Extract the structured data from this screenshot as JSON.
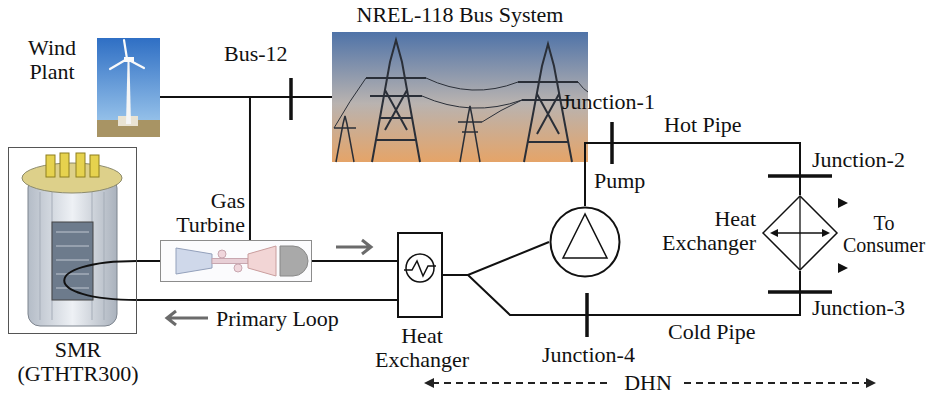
{
  "diagram": {
    "nodes": [
      {
        "text": [
          "Wind Plant"
        ]
      },
      {
        "text": [
          "NREL-118 Bus System"
        ]
      },
      {
        "text": [
          "SMR (GTHTR300)"
        ]
      },
      {
        "text": [
          "Gas Turbine"
        ]
      },
      {
        "text": [
          "Heat Exchanger"
        ]
      },
      {
        "text": [
          "Pump"
        ]
      },
      {
        "text": [
          "Heat Exchanger"
        ]
      }
    ],
    "edges": [
      {
        "from": 0,
        "to": 1,
        "arrow": "none"
      },
      {
        "from": 3,
        "to": 1,
        "arrow": "none"
      },
      {
        "from": 2,
        "to": 3,
        "arrow": "none"
      },
      {
        "from": 3,
        "to": 4,
        "arrow": "none"
      },
      {
        "from": 4,
        "to": 2,
        "arrow": "none"
      },
      {
        "from": 4,
        "to": 5,
        "arrow": "none"
      },
      {
        "from": 5,
        "to": 6,
        "arrow": "none"
      },
      {
        "from": 6,
        "to": 4,
        "arrow": "none"
      }
    ],
    "labels": [
      "Bus-12",
      "Primary Loop",
      "Junction-1",
      "Hot Pipe",
      "Junction-2",
      "To Consumer",
      "Junction-3",
      "Cold Pipe",
      "Junction-4",
      "DHN"
    ]
  }
}
